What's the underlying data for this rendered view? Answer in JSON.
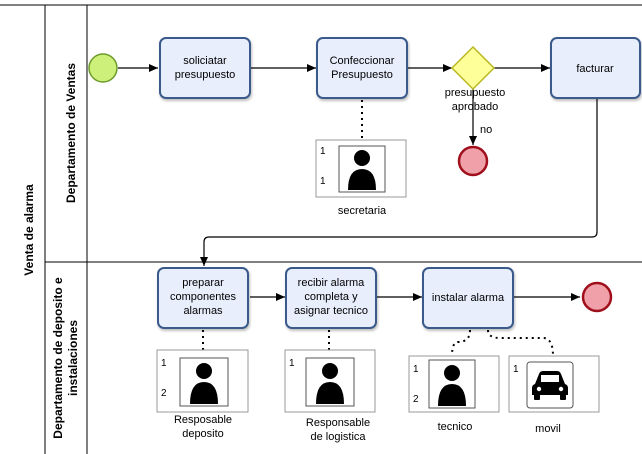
{
  "pool": {
    "label": "Venta de alarma"
  },
  "lanes": [
    {
      "label": "Departamento de Ventas"
    },
    {
      "label_line1": "Departamento de deposito e",
      "label_line2": "instalaciones"
    }
  ],
  "tasks": {
    "solicitar": {
      "line1": "soliciatar",
      "line2": "presupuesto"
    },
    "confeccionar": {
      "line1": "Confeccionar",
      "line2": "Presupuesto"
    },
    "facturar": {
      "line1": "facturar"
    },
    "preparar": {
      "line1": "preparar",
      "line2": "componentes",
      "line3": "alarmas"
    },
    "recibir": {
      "line1": "recibir alarma",
      "line2": "completa y",
      "line3": "asignar tecnico"
    },
    "instalar": {
      "line1": "instalar alarma"
    }
  },
  "gateway": {
    "line1": "presupuesto",
    "line2": "aprobado",
    "no_label": "no"
  },
  "resources": {
    "secretaria": {
      "label": "secretaria",
      "n1": "1",
      "n2": "1"
    },
    "resp_deposito": {
      "line1": "Resposable",
      "line2": "deposito",
      "n1": "1",
      "n2": "2"
    },
    "resp_logistica": {
      "line1": "Responsable",
      "line2": "de logistica",
      "n1": "1"
    },
    "tecnico": {
      "label": "tecnico",
      "n1": "1",
      "n2": "2"
    },
    "movil": {
      "label": "movil",
      "n1": "1"
    }
  },
  "colors": {
    "task_fill": "#e8eefc",
    "task_stroke": "#3a5a8c",
    "start_fill": "#cdf07a",
    "start_stroke": "#6c9b2a",
    "end_fill": "#f0a0a8",
    "end_stroke": "#a0101c",
    "gateway_fill": "#ffff99",
    "gateway_stroke": "#b8b820"
  },
  "icons": [
    "person-icon",
    "car-icon"
  ]
}
